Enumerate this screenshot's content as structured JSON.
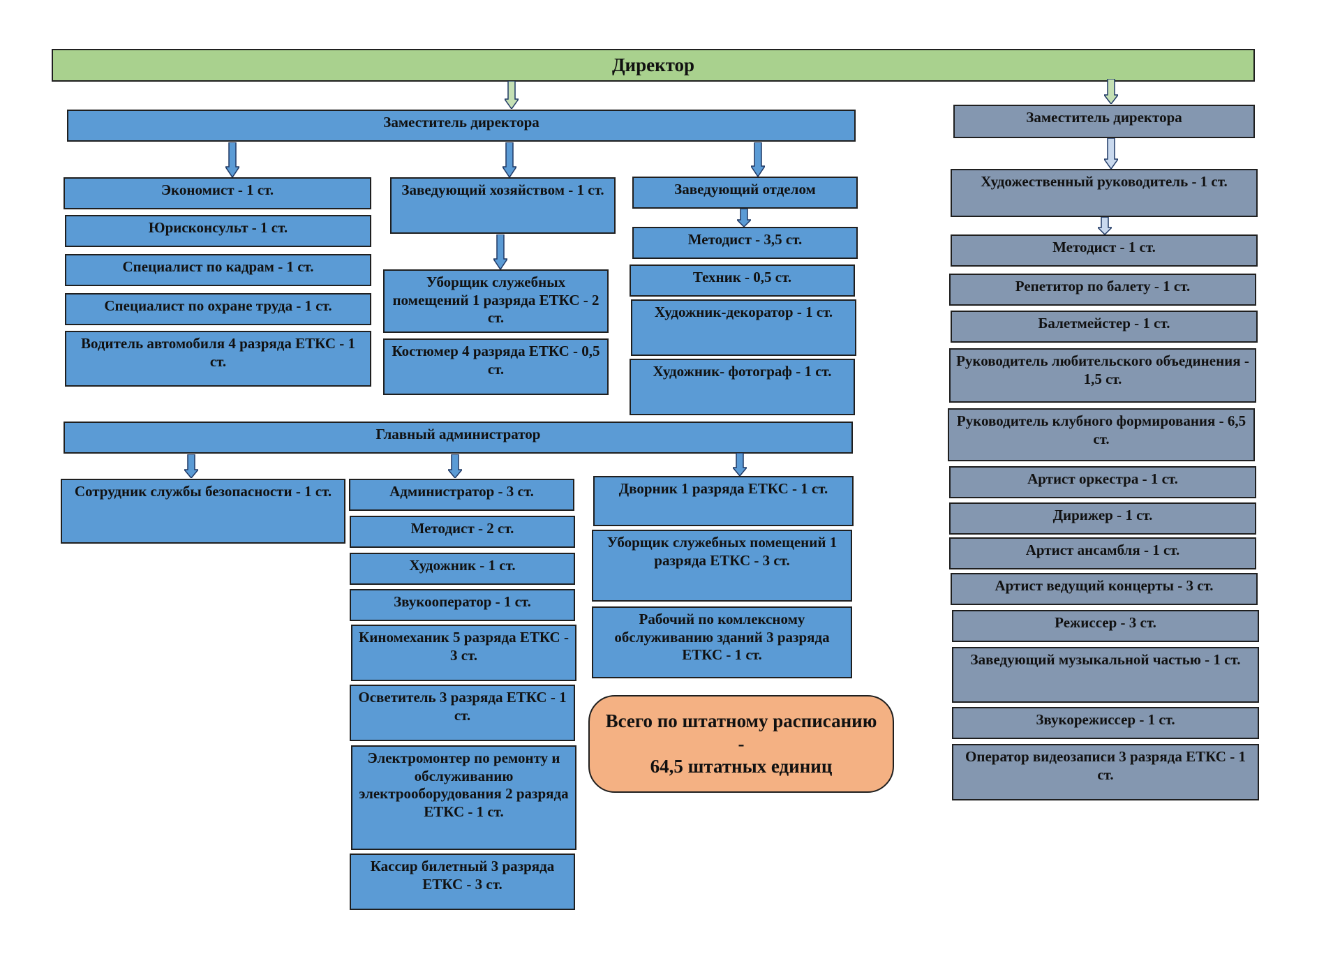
{
  "colors": {
    "director": "#a9d18e",
    "branch_blue": "#5b9bd5",
    "branch_gray": "#8497b0",
    "summary": "#f4b183"
  },
  "director": "Директор",
  "deputy_left": "Заместитель директора",
  "deputy_right": "Заместитель директора",
  "left_col1": [
    "Экономист - 1 ст.",
    "Юрисконсульт - 1 ст.",
    "Специалист по кадрам  - 1 ст.",
    "Специалист по охране труда - 1 ст.",
    "Водитель автомобиля 4 разряда ЕТКС - 1 ст."
  ],
  "household_head": "Заведующий хозяйством - 1 ст.",
  "household": [
    "Уборщик служебных помещений 1 разряда ЕТКС - 2 ст.",
    "Костюмер 4 разряда ЕТКС - 0,5 ст."
  ],
  "dept_head": "Заведующий отделом",
  "dept": [
    "Методист - 3,5 ст.",
    "Техник - 0,5 ст.",
    "Художник-декоратор - 1 ст.",
    "Художник- фотограф - 1 ст."
  ],
  "chief_admin": "Главный администратор",
  "security": "Сотрудник службы безопасности - 1 ст.",
  "admin_col": [
    "Администратор - 3 ст.",
    "Методист - 2 ст.",
    "Художник - 1 ст.",
    "Звукооператор - 1 ст.",
    "Киномеханик 5 разряда ЕТКС  - 3 ст.",
    "Осветитель 3 разряда ЕТКС - 1 ст.",
    "Электромонтер по ремонту и обслуживанию электрооборудования 2 разряда ЕТКС - 1 ст.",
    "Кассир билетный 3 разряда ЕТКС  - 3 ст."
  ],
  "janitor_col": [
    "Дворник 1 разряда ЕТКС - 1 ст.",
    "Уборщик служебных помещений 1 разряда ЕТКС - 3 ст.",
    "Рабочий по комлексному обслуживанию зданий 3 разряда ЕТКС - 1 ст."
  ],
  "summary": "Всего по штатному расписанию -\n64,5 штатных единиц",
  "art_head": "Художественный руководитель - 1 ст.",
  "art_col": [
    "Методист - 1 ст.",
    "Репетитор по балету - 1 ст.",
    "Балетмейстер - 1 ст.",
    "Руководитель любительского объединения - 1,5 ст.",
    "Руководитель клубного формирования - 6,5 ст.",
    "Артист оркестра - 1 ст.",
    "Дирижер - 1 ст.",
    "Артист ансамбля - 1 ст.",
    "Артист ведущий концерты - 3 ст.",
    "Режиссер - 3 ст.",
    "Заведующий музыкальной частью - 1 ст.",
    "Звукорежиссер - 1 ст.",
    "Оператор видеозаписи 3 разряда ЕТКС - 1 ст."
  ]
}
